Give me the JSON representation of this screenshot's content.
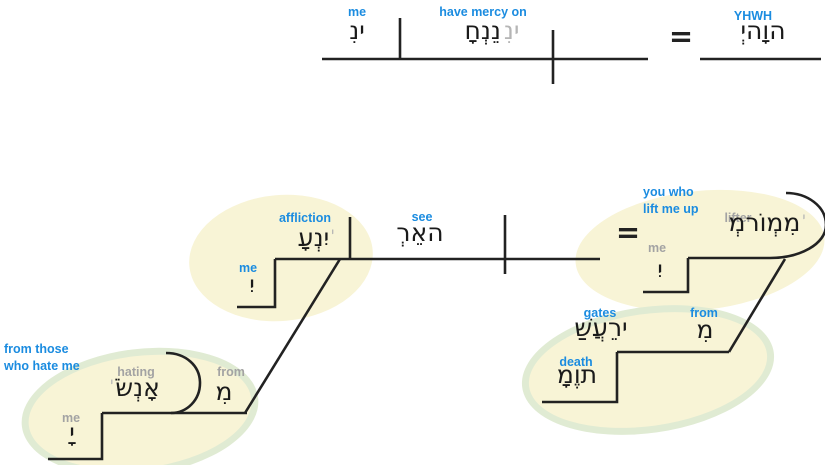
{
  "colors": {
    "gloss_blue": "#1b8ce0",
    "gloss_gray": "#a3a3a3",
    "ghost_gray": "#b5b5b5",
    "line": "#222222",
    "hebrew_text": "#1a1a1a",
    "highlight_yellow": "#f8f4d6",
    "highlight_green_ring": "#e0ebd3"
  },
  "top_clause": {
    "object_gloss": "me",
    "object_hebrew": "נִי",
    "verb_gloss": "have mercy on",
    "verb_hebrew": "חָנְנֵ",
    "verb_suffix_ghost": "נִי",
    "equals": "=",
    "subject_gloss": "YHWH",
    "subject_hebrew": "יְהוָה"
  },
  "main_clause": {
    "object_gloss": "affliction",
    "object_hebrew": "עָנְיִ",
    "object_suffix_ghost": "י",
    "object_possessive_gloss": "me",
    "object_possessive_hebrew": "יִ",
    "verb_gloss": "see",
    "verb_hebrew": "רְאֵה",
    "equals": "=",
    "predicate_phrase_gloss_line1": "you who",
    "predicate_phrase_gloss_line2": "lift me up",
    "predicate_gloss": "lifter",
    "predicate_hebrew": "מְרוֹמְמִ",
    "predicate_suffix_ghost": "י",
    "predicate_object_gloss": "me",
    "predicate_object_hebrew": "יִ"
  },
  "hate_phrase": {
    "phrase_gloss_line1": "from those",
    "phrase_gloss_line2": "who hate me",
    "participle_gloss": "hating",
    "participle_hebrew": "שֹׂנְאָ",
    "participle_suffix_ghost": "י",
    "preposition_gloss": "from",
    "preposition_hebrew": "מִ",
    "object_gloss": "me",
    "object_hebrew": "יָ"
  },
  "death_phrase": {
    "noun_gloss": "gates",
    "noun_hebrew": "שַׁעֲרֵי",
    "preposition_gloss": "from",
    "preposition_hebrew": "מִ",
    "genitive_gloss": "death",
    "genitive_hebrew": "מָוֶת"
  }
}
